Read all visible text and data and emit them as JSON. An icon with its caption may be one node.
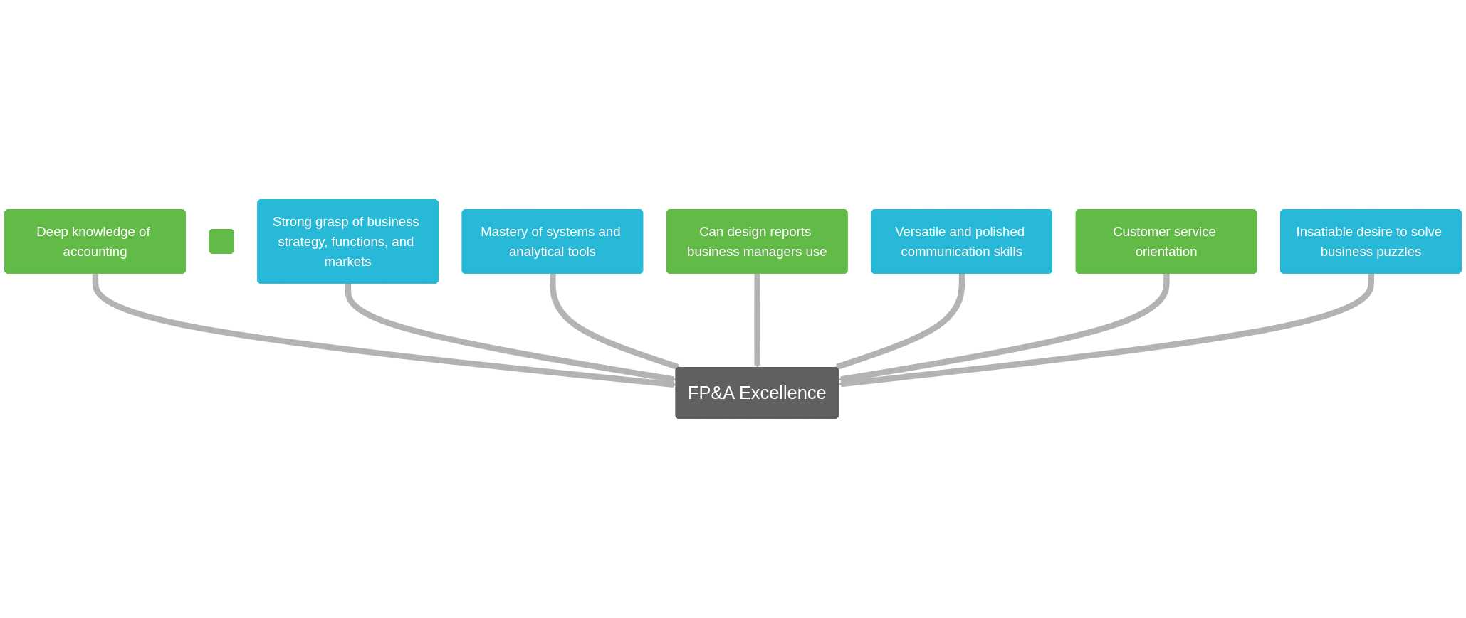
{
  "diagram": {
    "nodes": [
      {
        "text": [
          "Can design reports business managers use"
        ]
      },
      {
        "text": [],
        "shape": "box"
      },
      {
        "text": [
          "Mastery of systems and analytical tools"
        ]
      },
      {
        "text": [
          "Versatile and polished communication skills"
        ]
      },
      {
        "text": [
          "Strong grasp of business strategy, functions, and markets"
        ]
      },
      {
        "text": [
          "Customer service orientation"
        ]
      },
      {
        "text": [
          "Deep knowledge of accounting"
        ]
      },
      {
        "text": [
          "FP&A Excellence"
        ]
      },
      {
        "text": [
          "Insatiable desire to solve business puzzles"
        ]
      }
    ],
    "edges": [
      {
        "from": 6,
        "to": 7,
        "arrow": "to"
      },
      {
        "from": 4,
        "to": 7,
        "arrow": "to"
      },
      {
        "from": 2,
        "to": 7,
        "arrow": "to"
      },
      {
        "from": 0,
        "to": 7,
        "arrow": "to"
      },
      {
        "from": 3,
        "to": 7,
        "arrow": "to"
      },
      {
        "from": 5,
        "to": 7,
        "arrow": "to"
      },
      {
        "from": 8,
        "to": 7,
        "arrow": "to"
      }
    ]
  }
}
